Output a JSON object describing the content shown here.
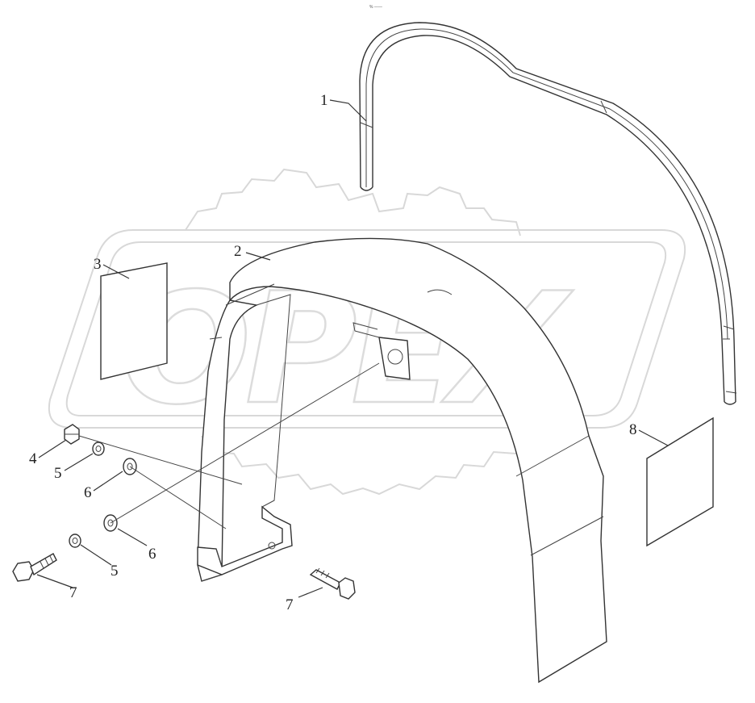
{
  "header": {
    "tiny_text": "% ——"
  },
  "watermark": {
    "text": "OPEX",
    "color": "#d8d8d8"
  },
  "parts": [
    {
      "id": "part-1",
      "label": "1",
      "description": "roll bar"
    },
    {
      "id": "part-2",
      "label": "2",
      "description": "fender"
    },
    {
      "id": "part-3",
      "label": "3",
      "description": "plate"
    },
    {
      "id": "part-4",
      "label": "4",
      "description": "nut"
    },
    {
      "id": "part-5a",
      "label": "5",
      "description": "lock washer"
    },
    {
      "id": "part-6a",
      "label": "6",
      "description": "washer"
    },
    {
      "id": "part-6b",
      "label": "6",
      "description": "washer"
    },
    {
      "id": "part-5b",
      "label": "5",
      "description": "lock washer"
    },
    {
      "id": "part-7a",
      "label": "7",
      "description": "bolt"
    },
    {
      "id": "part-7b",
      "label": "7",
      "description": "bolt"
    },
    {
      "id": "part-8",
      "label": "8",
      "description": "plate"
    }
  ]
}
